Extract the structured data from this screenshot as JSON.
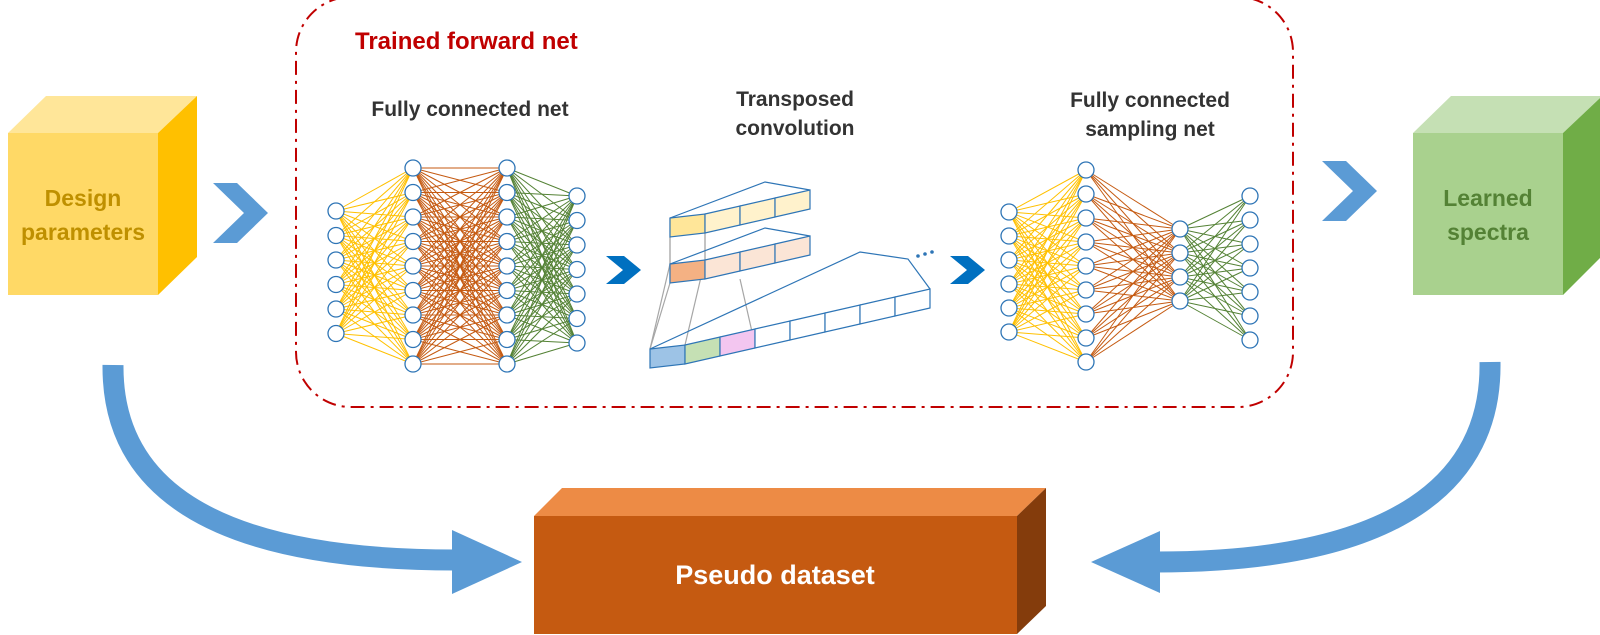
{
  "group": {
    "title": "Trained forward net"
  },
  "stages": {
    "fc": {
      "label": "Fully connected net"
    },
    "tconv": {
      "line1": "Transposed",
      "line2": "convolution"
    },
    "sampling": {
      "line1": "Fully connected",
      "line2": "sampling net"
    }
  },
  "boxes": {
    "design": {
      "line1": "Design",
      "line2": "parameters"
    },
    "spectra": {
      "line1": "Learned",
      "line2": "spectra"
    },
    "pseudo": {
      "label": "Pseudo dataset"
    }
  },
  "colors": {
    "yellow_box": "#FFD966",
    "green_box": "#A9D18E",
    "orange_box": "#C55A11",
    "flow_arrow": "#5B9BD5",
    "chevron_dark": "#0070C0",
    "dashed_border": "#C00000",
    "node_stroke": "#2E75B6",
    "edge_yellow": "#FFC000",
    "edge_orange": "#C55A11",
    "edge_green": "#548235"
  },
  "icons": {
    "chevron": "chevron-right-icon",
    "ellipsis": "ellipsis-icon"
  }
}
